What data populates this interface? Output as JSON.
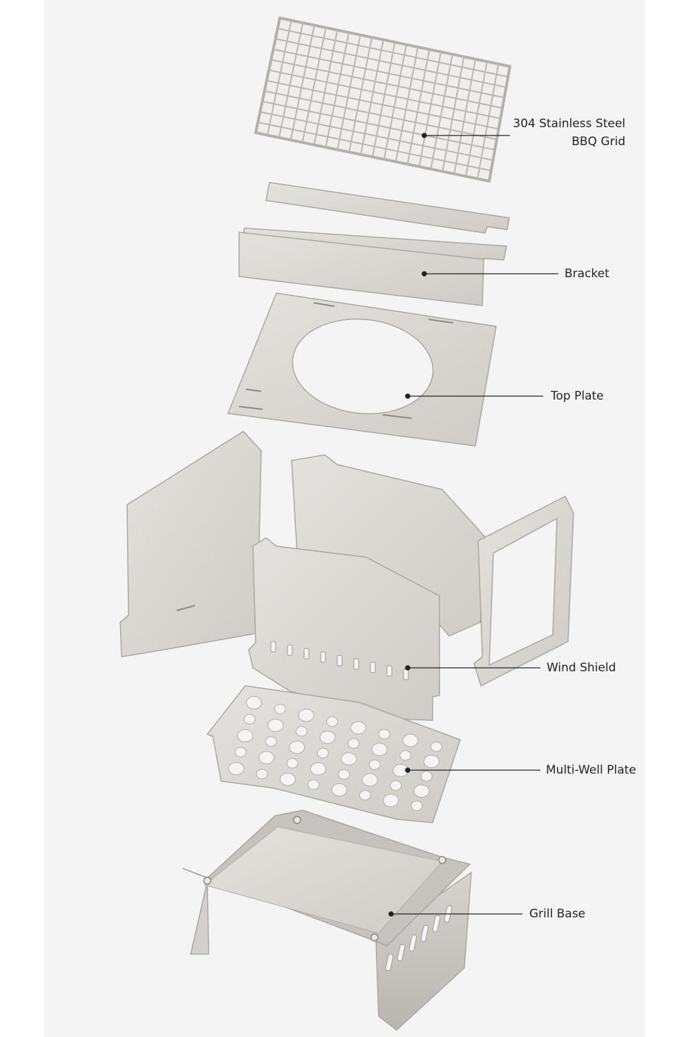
{
  "labels": {
    "bbq_grid_line1": "304 Stainless Steel",
    "bbq_grid_line2": "BBQ Grid",
    "bracket": "Bracket",
    "top_plate": "Top Plate",
    "wind_shield": "Wind Shield",
    "multi_well_plate": "Multi-Well Plate",
    "grill_base": "Grill Base"
  },
  "colors": {
    "background": "#ffffff",
    "panel": "#f4f4f4",
    "steel": "#d9d7d3",
    "steel_edge": "#a9a6a1",
    "callout_line": "#222222"
  }
}
